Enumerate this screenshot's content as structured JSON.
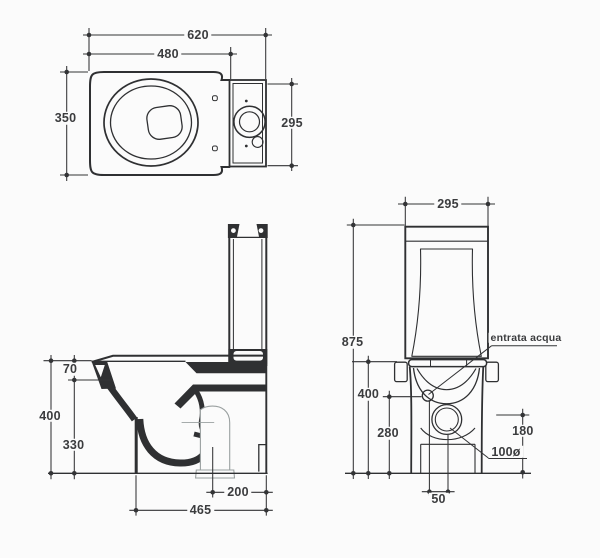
{
  "drawing_type": "toilet-technical-drawing",
  "colors": {
    "line": "#2f3032",
    "dimension": "#333436",
    "text": "#3b3c3e",
    "ghost": "#9aa0a0",
    "background": "#fbfbfb"
  },
  "views": {
    "plan": {
      "dims": {
        "overall_width": "620",
        "bowl_width": "480",
        "depth": "350",
        "cistern_width": "295"
      }
    },
    "side": {
      "dims": {
        "rim": "70",
        "height": "400",
        "bowl_height": "330",
        "outlet_offset": "200",
        "depth": "465"
      }
    },
    "front": {
      "dims": {
        "cistern_width": "295",
        "total_height": "875",
        "seat_height": "400",
        "inlet_height": "280",
        "outlet_height": "180",
        "outlet_diameter": "100ø",
        "outlet_center_offset": "50"
      },
      "labels": {
        "water_inlet": "entrata acqua"
      }
    }
  }
}
